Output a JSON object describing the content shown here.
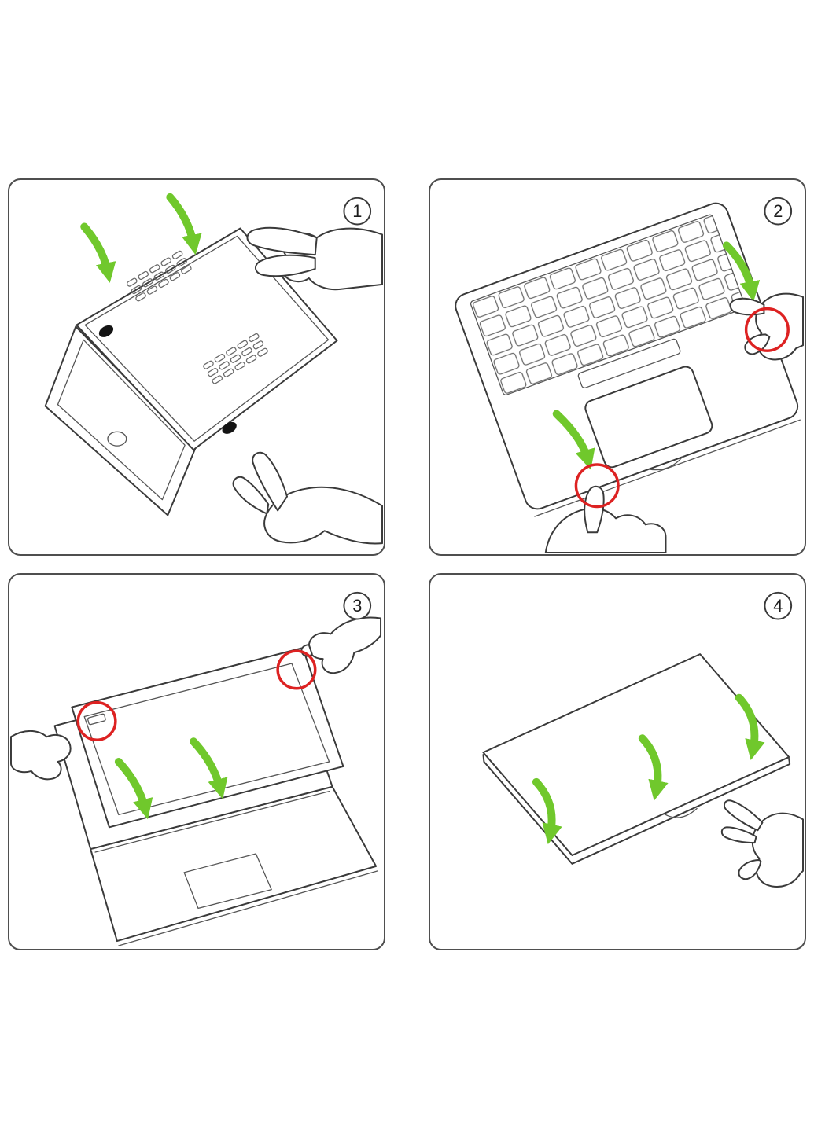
{
  "colors": {
    "background": "#ffffff",
    "outline": "#3a3a3a",
    "panel_border": "#4f4f4f",
    "arrow_green": "#70c82c",
    "highlight_red": "#dd2222"
  },
  "steps": [
    {
      "number": "1",
      "illustration": "hands-pressing-bottom-case-onto-laptop-underside"
    },
    {
      "number": "2",
      "illustration": "pressing-front-edge-clips-beside-trackpad"
    },
    {
      "number": "3",
      "illustration": "aligning-screen-cover-clips-at-top-corners"
    },
    {
      "number": "4",
      "illustration": "snapping-cover-along-closed-lid-front-edge"
    }
  ]
}
